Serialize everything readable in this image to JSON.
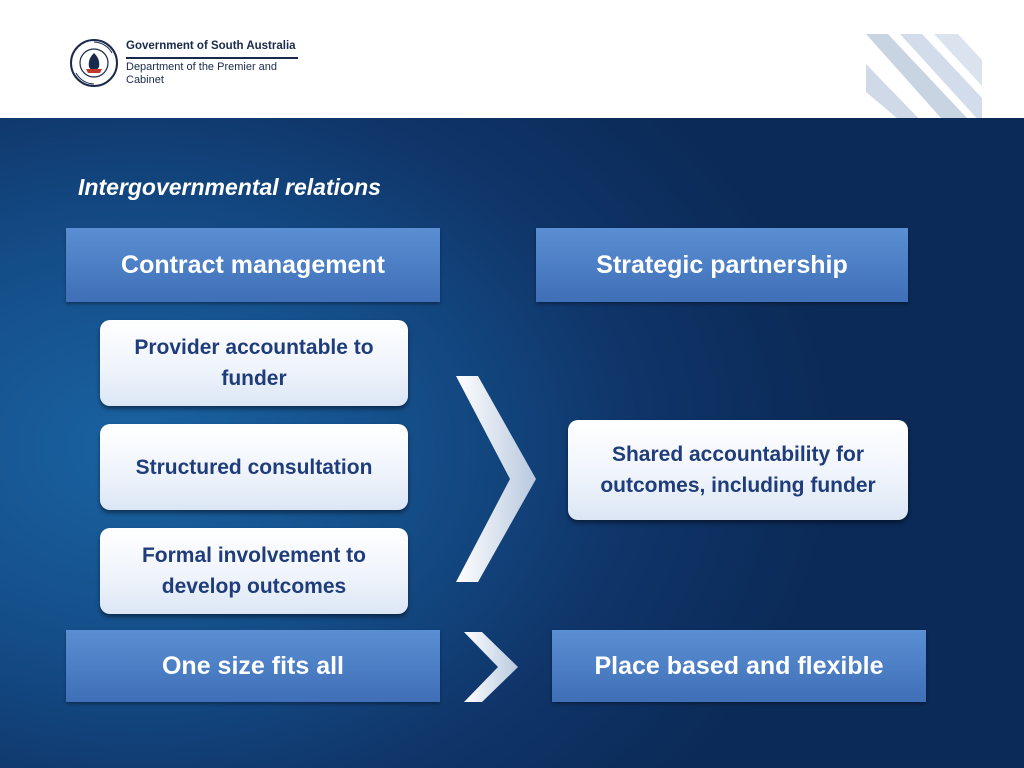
{
  "header": {
    "org_name": "Government of South Australia",
    "department": "Department of the Premier and Cabinet",
    "seal_text": "SOUTH AUSTRALIA"
  },
  "slide": {
    "title": "Intergovernmental relations"
  },
  "columns": {
    "left_heading": "Contract management",
    "right_heading": "Strategic partnership"
  },
  "left_items": [
    "Provider accountable to funder",
    "Structured consultation",
    "Formal involvement to develop outcomes"
  ],
  "right_item": "Shared accountability for outcomes, including funder",
  "bottom": {
    "left": "One size fits all",
    "right": "Place based and flexible"
  },
  "colors": {
    "background": "#0f3468",
    "bar": "#4a7cc2",
    "card_text": "#1f3d7a"
  }
}
